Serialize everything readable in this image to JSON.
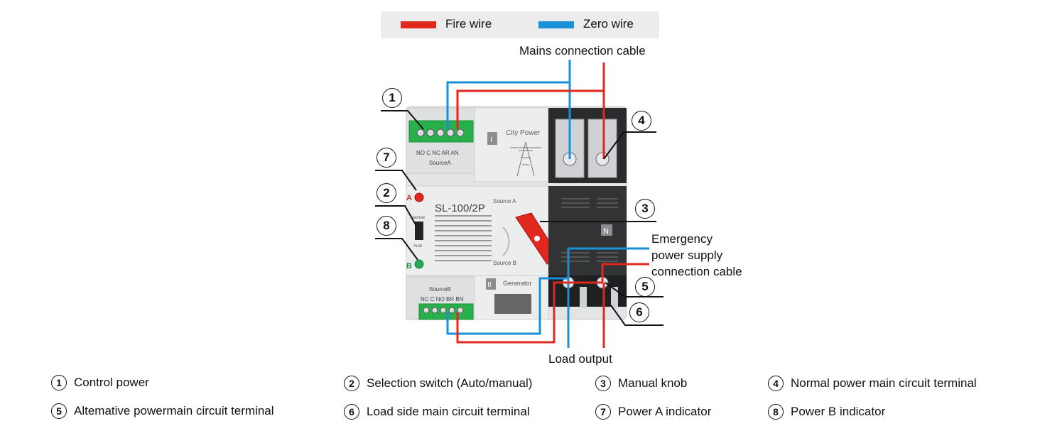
{
  "wire_key": {
    "fire_label": "Fire wire",
    "zero_label": "Zero wire",
    "fire_color": "#e0281e",
    "zero_color": "#1a90d8"
  },
  "callouts": {
    "mains": "Mains connection cable",
    "emergency_line1": "Emergency",
    "emergency_line2": "power supply",
    "emergency_line3": "connection cable",
    "load": "Load output"
  },
  "device": {
    "model": "SL-100/2P",
    "source_a_label": "SourceA",
    "source_b_label": "SourceB",
    "city_power": "City Power",
    "generator": "Generator",
    "terminals_a": "NO C NC AR AN",
    "terminals_b": "NC C NO BR BN",
    "source_a_text": "Source A",
    "source_b_text": "Source B",
    "roman_1": "I",
    "roman_2": "II",
    "n_label": "N",
    "ind_a": "A",
    "ind_b": "B",
    "manual": "Manual",
    "auto": "Auto"
  },
  "markers": [
    "1",
    "2",
    "3",
    "4",
    "5",
    "6",
    "7",
    "8"
  ],
  "legend": [
    {
      "num": "1",
      "text": "Control power"
    },
    {
      "num": "2",
      "text": "Selection switch (Auto/manual)"
    },
    {
      "num": "3",
      "text": "Manual knob"
    },
    {
      "num": "4",
      "text": "Normal power main circuit terminal"
    },
    {
      "num": "5",
      "text": "Altemative powermain circuit terminal"
    },
    {
      "num": "6",
      "text": "Load side main circuit terminal"
    },
    {
      "num": "7",
      "text": "Power A indicator"
    },
    {
      "num": "8",
      "text": "Power B indicator"
    }
  ]
}
